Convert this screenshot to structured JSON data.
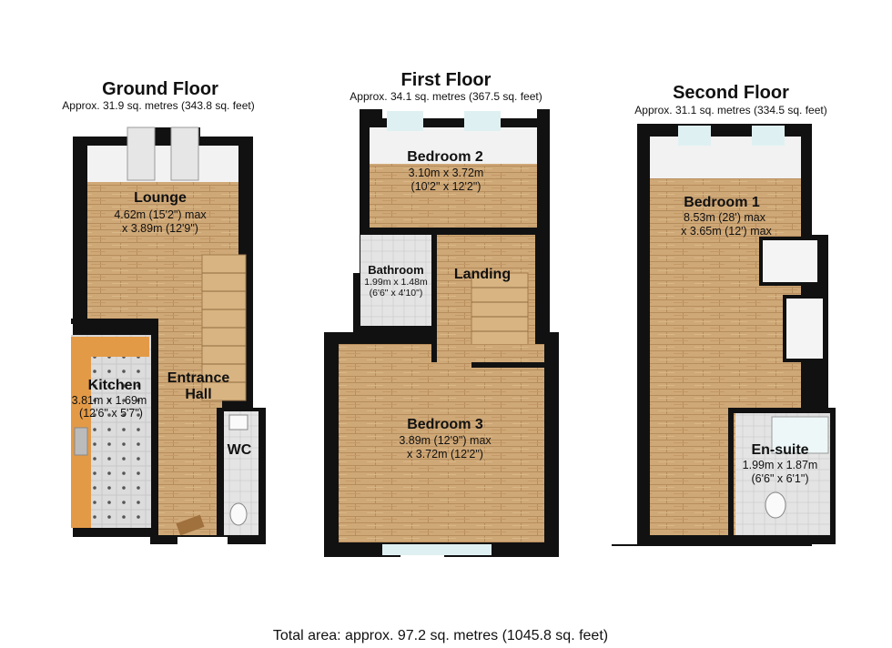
{
  "floors": [
    {
      "title": "Ground Floor",
      "area": "Approx. 31.9 sq. metres (343.8 sq. feet)",
      "rooms": [
        {
          "name": "Lounge",
          "dims": [
            "4.62m (15'2\") max",
            "x 3.89m (12'9\")"
          ]
        },
        {
          "name": "Kitchen",
          "dims": [
            "3.81m x 1.69m",
            "(12'6\" x 5'7\")"
          ]
        },
        {
          "name": "Entrance",
          "dims": [
            "Hall"
          ]
        },
        {
          "name": "WC",
          "dims": []
        }
      ]
    },
    {
      "title": "First Floor",
      "area": "Approx. 34.1 sq. metres (367.5 sq. feet)",
      "rooms": [
        {
          "name": "Bedroom 2",
          "dims": [
            "3.10m x 3.72m",
            "(10'2\" x 12'2\")"
          ]
        },
        {
          "name": "Bathroom",
          "dims": [
            "1.99m x 1.48m",
            "(6'6\" x 4'10\")"
          ]
        },
        {
          "name": "Landing",
          "dims": []
        },
        {
          "name": "Bedroom 3",
          "dims": [
            "3.89m (12'9\") max",
            "x 3.72m (12'2\")"
          ]
        }
      ]
    },
    {
      "title": "Second Floor",
      "area": "Approx. 31.1 sq. metres (334.5 sq. feet)",
      "rooms": [
        {
          "name": "Bedroom 1",
          "dims": [
            "8.53m (28') max",
            "x 3.65m (12') max"
          ]
        },
        {
          "name": "En-suite",
          "dims": [
            "1.99m x 1.87m",
            "(6'6\" x 6'1\")"
          ]
        }
      ]
    }
  ],
  "total_area": "Total area: approx. 97.2 sq. metres (1045.8 sq. feet)",
  "colors": {
    "wall": "#111111",
    "wood": "#c9a272",
    "wood_dark": "#b38a5a",
    "tile": "#d8d8d8",
    "counter": "#e09a45",
    "window": "#dff0f2",
    "wall_inner": "#f2f2f2"
  }
}
